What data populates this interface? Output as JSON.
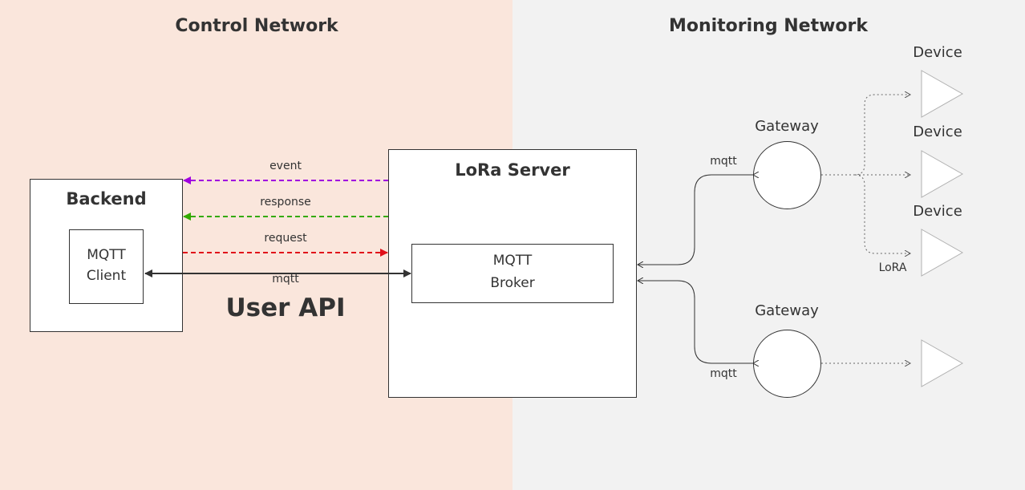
{
  "regions": {
    "control": {
      "title": "Control Network",
      "color": "#fae6dc"
    },
    "monitoring": {
      "title": "Monitoring Network",
      "color": "#f2f2f2"
    }
  },
  "backend": {
    "title": "Backend",
    "client_line1": "MQTT",
    "client_line2": "Client"
  },
  "lora_server": {
    "title": "LoRa Server",
    "broker_line1": "MQTT",
    "broker_line2": "Broker"
  },
  "user_api": {
    "label": "User API"
  },
  "links": {
    "event": {
      "label": "event",
      "color": "#a000e0"
    },
    "response": {
      "label": "response",
      "color": "#33aa00"
    },
    "request": {
      "label": "request",
      "color": "#e0101a"
    },
    "mqtt": {
      "label": "mqtt",
      "color": "#333333"
    }
  },
  "gateways": [
    {
      "label": "Gateway",
      "link_label": "mqtt"
    },
    {
      "label": "Gateway",
      "link_label": "mqtt"
    }
  ],
  "devices": [
    {
      "label": "Device"
    },
    {
      "label": "Device"
    },
    {
      "label": "Device"
    },
    {
      "label": ""
    }
  ],
  "radio_link": {
    "label": "LoRA"
  }
}
